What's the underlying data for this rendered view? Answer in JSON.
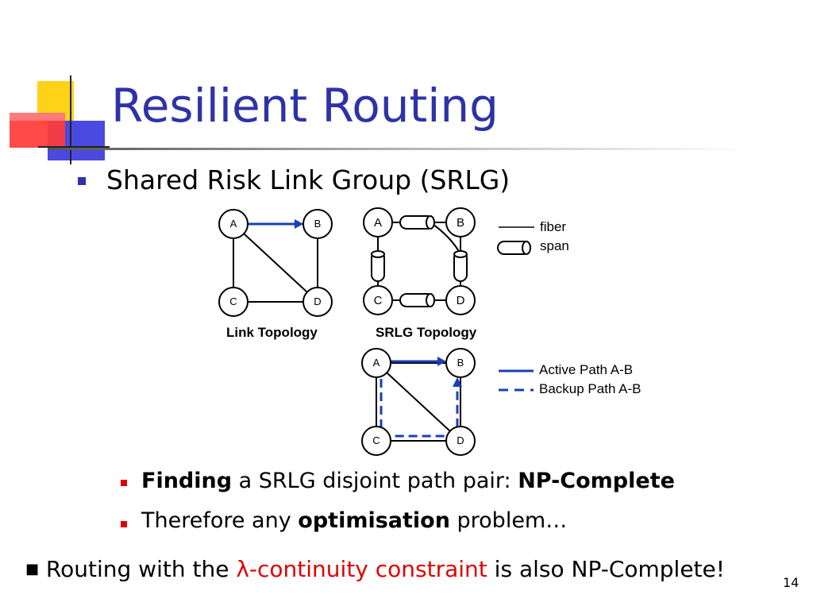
{
  "slide": {
    "title": "Resilient Routing",
    "bullet_main": "Shared Risk Link Group (SRLG)",
    "diagram": {
      "link_topology_label": "Link Topology",
      "srlg_topology_label": "SRLG Topology",
      "nodes": [
        "A",
        "B",
        "C",
        "D"
      ],
      "legend_fiber": "fiber",
      "legend_span": "span",
      "legend_active": "Active Path A-B",
      "legend_backup": "Backup Path A-B",
      "active_color": "#1a3fb5",
      "backup_color": "#1a3fb5"
    },
    "sub_bullets": [
      {
        "bold": "Finding",
        "text": " a SRLG disjoint path pair: ",
        "bold2": "NP-Complete"
      },
      {
        "text": "Therefore any ",
        "bold": "optimisation",
        "text2": " problem…"
      }
    ],
    "footer": {
      "prefix": "Routing with the ",
      "highlight": "λ-continuity constraint",
      "suffix": " is also NP-Complete!"
    },
    "page_number": "14"
  }
}
